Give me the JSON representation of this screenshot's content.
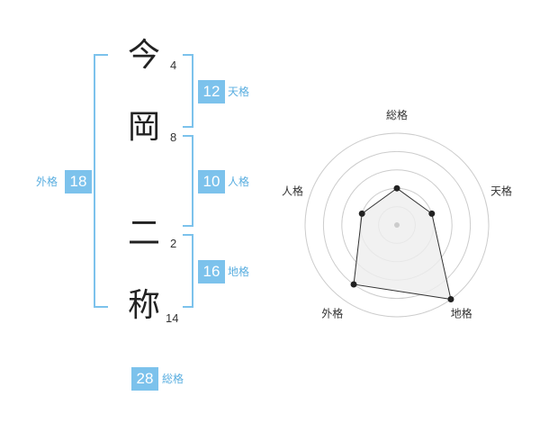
{
  "name": {
    "chars": [
      {
        "char": "今",
        "strokes": "4"
      },
      {
        "char": "岡",
        "strokes": "8"
      },
      {
        "char": "二",
        "strokes": "2"
      },
      {
        "char": "称",
        "strokes": "14"
      }
    ]
  },
  "fortunes": {
    "tenkaku": {
      "value": "12",
      "label": "天格"
    },
    "jinkaku": {
      "value": "10",
      "label": "人格"
    },
    "chikaku": {
      "value": "16",
      "label": "地格"
    },
    "gaikaku": {
      "value": "18",
      "label": "外格"
    },
    "soukaku": {
      "value": "28",
      "label": "総格"
    }
  },
  "radar": {
    "axes": [
      "総格",
      "天格",
      "地格",
      "外格",
      "人格"
    ],
    "values": [
      2,
      2,
      5,
      4,
      2
    ],
    "max": 5,
    "rings": 5,
    "colors": {
      "ring": "#cccccc",
      "fill": "#eeeeee",
      "line": "#333333",
      "point": "#222222",
      "center": "#cccccc"
    }
  },
  "colors": {
    "accent": "#7cc2ec"
  }
}
